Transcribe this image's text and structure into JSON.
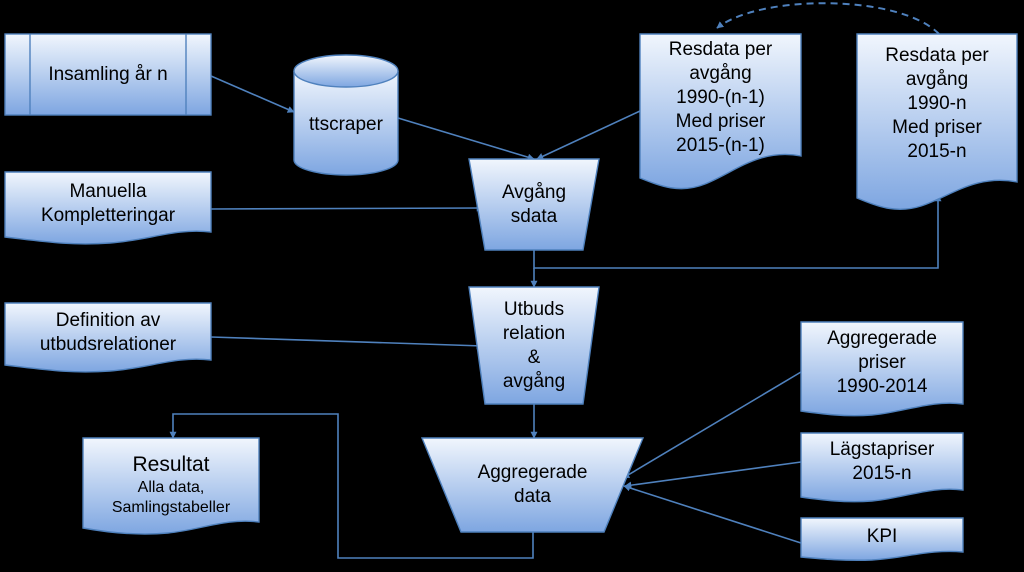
{
  "colors": {
    "fill_top": "#f1f6fd",
    "fill_bottom": "#7ea6e1",
    "stroke": "#4f81bd",
    "line": "#4f81bd",
    "background": "#000000"
  },
  "nodes": {
    "insamling": {
      "lines": [
        "Insamling år n"
      ]
    },
    "ttscraper": {
      "lines": [
        "ttscraper"
      ]
    },
    "resdata_prev": {
      "lines": [
        "Resdata per",
        "avgång",
        "1990-(n-1)",
        "Med priser",
        "2015-(n-1)"
      ]
    },
    "resdata_n": {
      "lines": [
        "Resdata per",
        "avgång",
        "1990-n",
        "Med priser",
        "2015-n"
      ]
    },
    "manuella": {
      "lines": [
        "Manuella",
        "Kompletteringar"
      ]
    },
    "avgangsdata": {
      "lines": [
        "Avgång",
        "sdata"
      ]
    },
    "definition": {
      "lines": [
        "Definition av",
        "utbudsrelationer"
      ]
    },
    "utbuds": {
      "lines": [
        "Utbuds",
        "relation",
        "&",
        "avgång"
      ]
    },
    "agg_priser": {
      "lines": [
        "Aggregerade",
        "priser",
        "1990-2014"
      ]
    },
    "lagstapriser": {
      "lines": [
        "Lägstapriser",
        "2015-n"
      ]
    },
    "kpi": {
      "lines": [
        "KPI"
      ]
    },
    "aggregerade": {
      "lines": [
        "Aggregerade",
        "data"
      ]
    },
    "resultat": {
      "title": "Resultat",
      "lines": [
        "Alla data,",
        "Samlingstabeller"
      ]
    }
  }
}
